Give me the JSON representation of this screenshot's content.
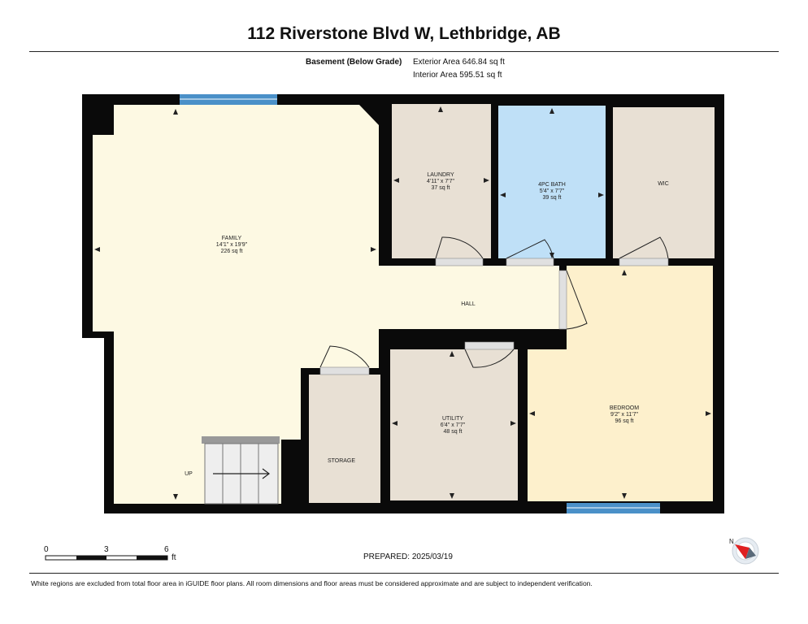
{
  "header": {
    "title": "112 Riverstone Blvd W, Lethbridge, AB",
    "level_caption": "Basement (Below Grade)",
    "exterior_area": "Exterior Area 646.84 sq ft",
    "interior_area": "Interior Area 595.51 sq ft"
  },
  "rooms": {
    "family": {
      "name": "FAMILY",
      "dims": "14'1\" x 19'9\"",
      "area": "226 sq ft"
    },
    "laundry": {
      "name": "LAUNDRY",
      "dims": "4'11\" x 7'7\"",
      "area": "37 sq ft"
    },
    "bath": {
      "name": "4PC BATH",
      "dims": "5'4\" x 7'7\"",
      "area": "39 sq ft"
    },
    "wic": {
      "name": "WIC"
    },
    "hall": {
      "name": "HALL"
    },
    "bedroom": {
      "name": "BEDROOM",
      "dims": "9'2\" x 11'7\"",
      "area": "96 sq ft"
    },
    "utility": {
      "name": "UTILITY",
      "dims": "6'4\" x 7'7\"",
      "area": "48 sq ft"
    },
    "storage": {
      "name": "STORAGE"
    },
    "stairs": {
      "name": "UP"
    }
  },
  "colors": {
    "family": "#fdf9e3",
    "hall": "#fdf9e3",
    "laundry": "#e8e0d4",
    "wic": "#e8e0d4",
    "utility": "#e8e0d4",
    "storage": "#e8e0d4",
    "bath": "#bfe0f7",
    "bedroom": "#fdf0cc",
    "wall": "#0a0a0a",
    "window": "#4a90c8"
  },
  "scale": {
    "labels": [
      "0",
      "3",
      "6"
    ],
    "unit": "ft"
  },
  "footer": {
    "prepared": "PREPARED:  2025/03/19",
    "disclaimer": "White regions are excluded from total floor area in iGUIDE floor plans. All room dimensions and floor areas must be considered approximate and are subject to independent verification."
  },
  "compass": {
    "label": "N"
  }
}
